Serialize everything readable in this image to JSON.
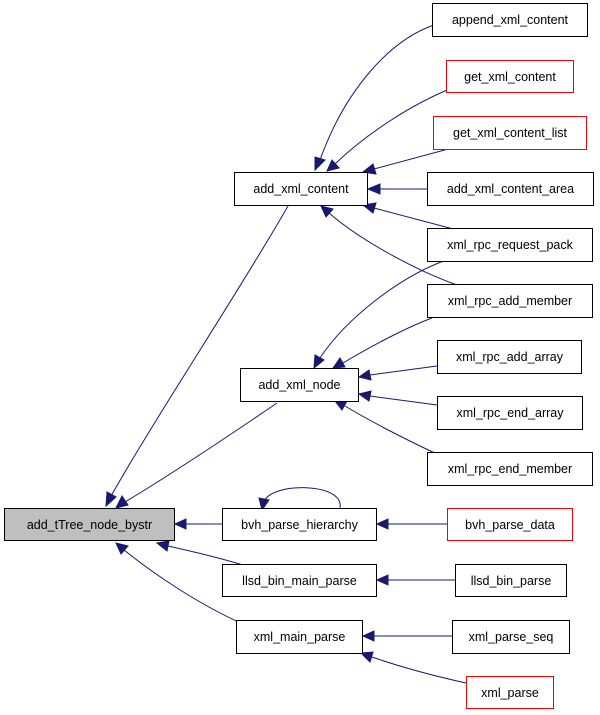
{
  "colors": {
    "edge": "#191970",
    "node_border": "#000000",
    "highlight_border": "#ff0000",
    "root_fill": "#bfbfbf"
  },
  "nodes": {
    "root": "add_tTree_node_bystr",
    "add_xml_content": "add_xml_content",
    "add_xml_node": "add_xml_node",
    "bvh_parse_hierarchy": "bvh_parse_hierarchy",
    "llsd_bin_main_parse": "llsd_bin_main_parse",
    "xml_main_parse": "xml_main_parse",
    "append_xml_content": "append_xml_content",
    "get_xml_content": "get_xml_content",
    "get_xml_content_list": "get_xml_content_list",
    "add_xml_content_area": "add_xml_content_area",
    "xml_rpc_request_pack": "xml_rpc_request_pack",
    "xml_rpc_add_member": "xml_rpc_add_member",
    "xml_rpc_add_array": "xml_rpc_add_array",
    "xml_rpc_end_array": "xml_rpc_end_array",
    "xml_rpc_end_member": "xml_rpc_end_member",
    "bvh_parse_data": "bvh_parse_data",
    "llsd_bin_parse": "llsd_bin_parse",
    "xml_parse_seq": "xml_parse_seq",
    "xml_parse": "xml_parse"
  },
  "edges": [
    {
      "from": "add_xml_content",
      "to": "root"
    },
    {
      "from": "add_xml_node",
      "to": "root"
    },
    {
      "from": "bvh_parse_hierarchy",
      "to": "root"
    },
    {
      "from": "llsd_bin_main_parse",
      "to": "root"
    },
    {
      "from": "xml_main_parse",
      "to": "root"
    },
    {
      "from": "append_xml_content",
      "to": "add_xml_content"
    },
    {
      "from": "get_xml_content",
      "to": "add_xml_content"
    },
    {
      "from": "get_xml_content_list",
      "to": "add_xml_content"
    },
    {
      "from": "add_xml_content_area",
      "to": "add_xml_content"
    },
    {
      "from": "xml_rpc_request_pack",
      "to": "add_xml_content"
    },
    {
      "from": "xml_rpc_add_member",
      "to": "add_xml_content"
    },
    {
      "from": "xml_rpc_request_pack",
      "to": "add_xml_node"
    },
    {
      "from": "xml_rpc_add_member",
      "to": "add_xml_node"
    },
    {
      "from": "xml_rpc_add_array",
      "to": "add_xml_node"
    },
    {
      "from": "xml_rpc_end_array",
      "to": "add_xml_node"
    },
    {
      "from": "xml_rpc_end_member",
      "to": "add_xml_node"
    },
    {
      "from": "bvh_parse_hierarchy",
      "to": "bvh_parse_hierarchy"
    },
    {
      "from": "bvh_parse_data",
      "to": "bvh_parse_hierarchy"
    },
    {
      "from": "llsd_bin_parse",
      "to": "llsd_bin_main_parse"
    },
    {
      "from": "xml_parse_seq",
      "to": "xml_main_parse"
    },
    {
      "from": "xml_parse",
      "to": "xml_main_parse"
    }
  ]
}
